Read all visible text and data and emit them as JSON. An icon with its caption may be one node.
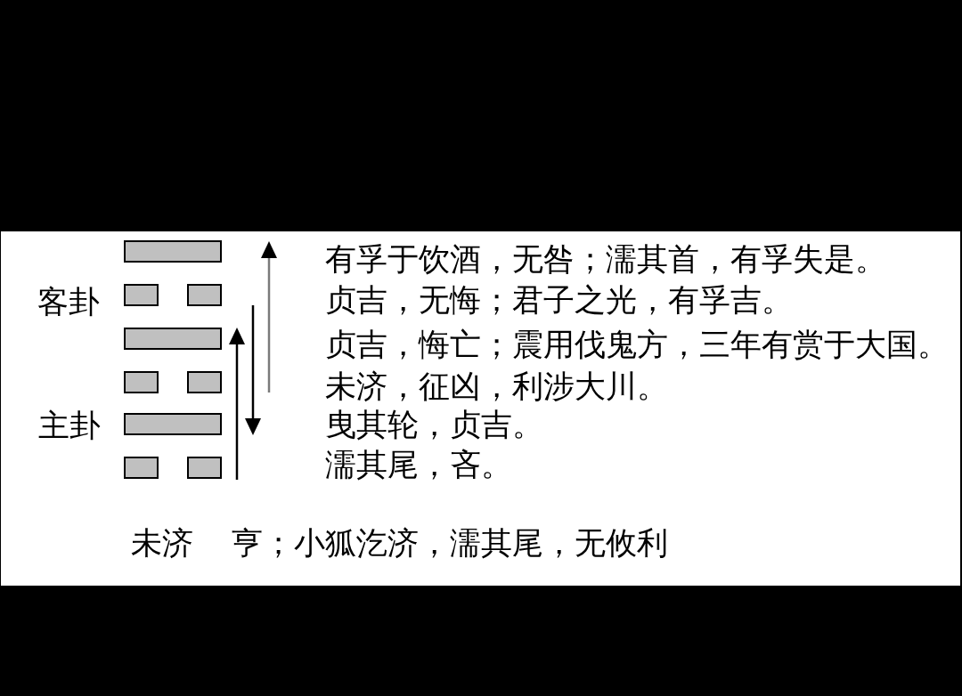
{
  "diagram": {
    "labels": [
      "有孚于饮酒，无咎；濡其首，有孚失是。",
      "客卦",
      "贞吉，无悔；君子之光，有孚吉。",
      "贞吉，悔亡；震用伐鬼方，三年有赏于大国。",
      "未济，征凶，利涉大川。",
      "主卦",
      "曳其轮，贞吉。",
      "濡其尾，吝。",
      "未济",
      "亨；小狐汔济，濡其尾，无攸利"
    ]
  }
}
